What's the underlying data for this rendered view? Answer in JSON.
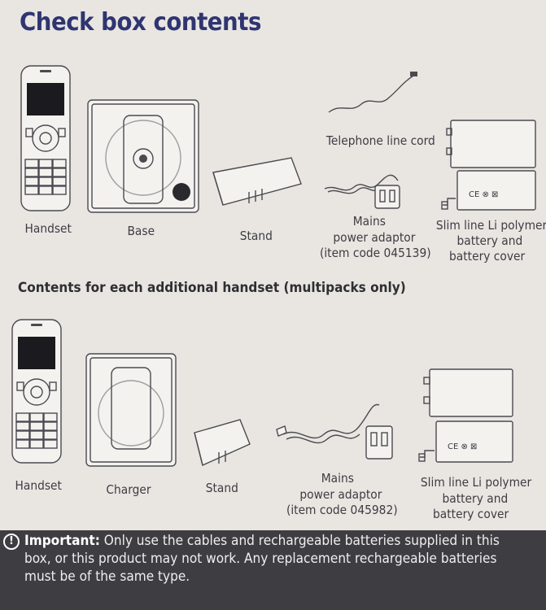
{
  "heading": "Check box contents",
  "main_contents": {
    "handset": "Handset",
    "base": "Base",
    "stand": "Stand",
    "line_cord": "Telephone line cord",
    "adaptor": [
      "Mains",
      "power adaptor",
      "(item code 045139)"
    ],
    "battery": [
      "Slim line Li polymer",
      "battery and",
      "battery cover"
    ]
  },
  "additional_heading": "Contents for each additional handset (multipacks only)",
  "additional_contents": {
    "handset": "Handset",
    "charger": "Charger",
    "stand": "Stand",
    "adaptor": [
      "Mains",
      "power adaptor",
      "(item code 045982)"
    ],
    "battery": [
      "Slim line Li polymer",
      "battery and",
      "battery cover"
    ]
  },
  "important": {
    "icon": "exclamation-circle-icon",
    "label": "Important:",
    "text": "Only use the cables and rechargeable batteries supplied in this box, or this product may not work. Any replacement rechargeable batteries must be of the same type."
  },
  "colors": {
    "heading": "#2f3570",
    "notice_bg": "#3e3d42"
  }
}
